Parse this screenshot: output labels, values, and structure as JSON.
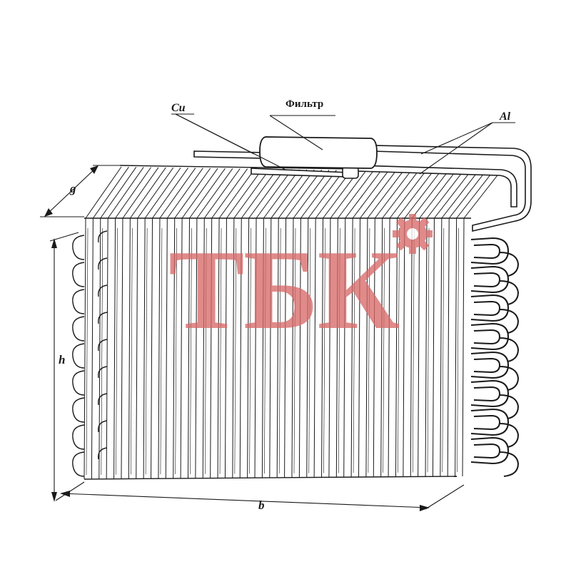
{
  "labels": {
    "cu": "Cu",
    "filter": "Фильтр",
    "al": "Al",
    "g": "g",
    "h": "h",
    "b": "b"
  },
  "watermark": {
    "text": "ТБК",
    "color": "#d86a6a"
  },
  "colors": {
    "ink": "#1a1a1a",
    "paper": "#ffffff"
  }
}
